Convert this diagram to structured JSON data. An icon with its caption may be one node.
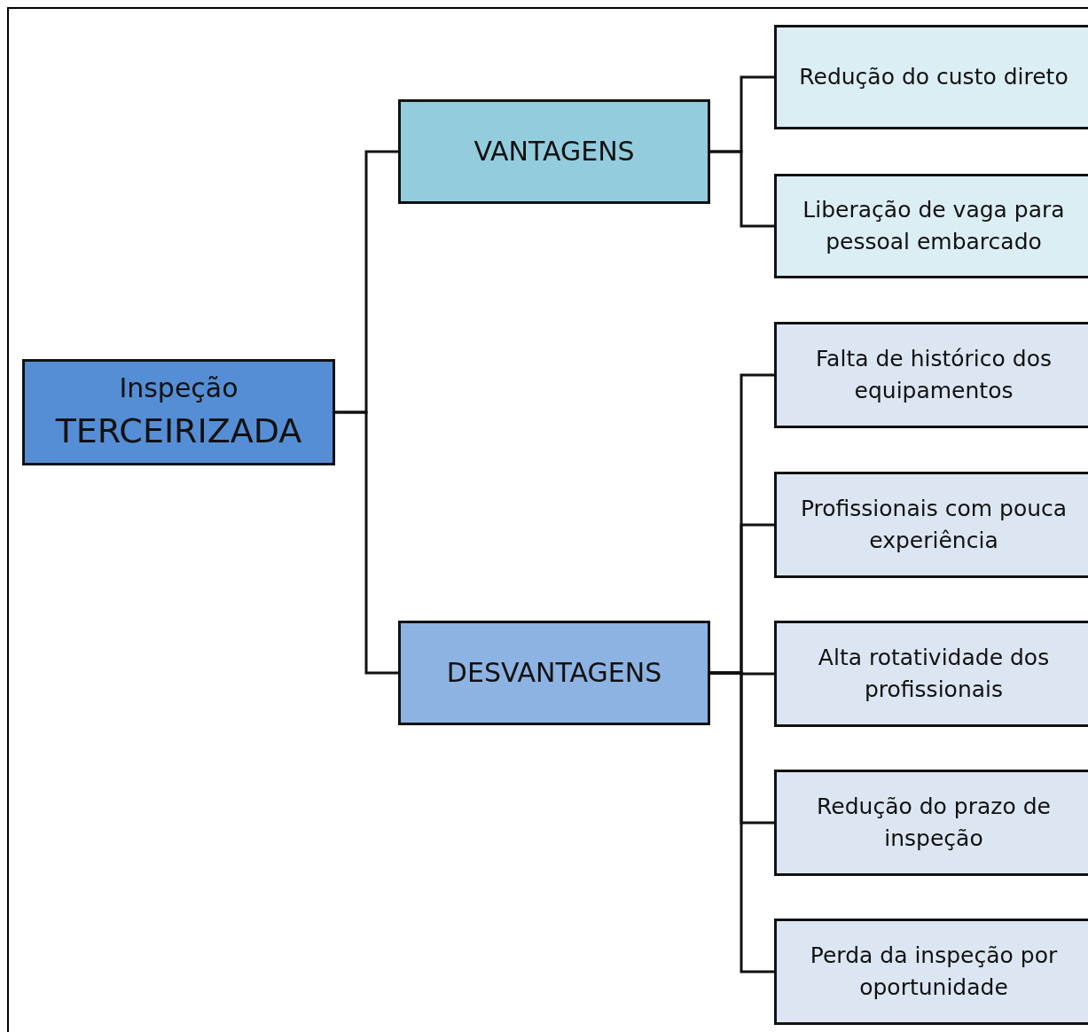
{
  "diagram": {
    "nodes": [
      {
        "text": [
          "Inspeção",
          "TERCEIRIZADA"
        ]
      },
      {
        "text": [
          "VANTAGENS"
        ]
      },
      {
        "text": [
          "Redução do custo direto"
        ]
      },
      {
        "text": [
          "Liberação de vaga para pessoal embarcado"
        ]
      },
      {
        "text": [
          "DESVANTAGENS"
        ]
      },
      {
        "text": [
          "Falta de histórico dos equipamentos"
        ]
      },
      {
        "text": [
          "Profissionais com pouca experiência"
        ]
      },
      {
        "text": [
          "Alta rotatividade dos profissionais"
        ]
      },
      {
        "text": [
          "Redução do prazo de inspeção"
        ]
      },
      {
        "text": [
          "Perda da inspeção por oportunidade"
        ]
      }
    ],
    "edges": [
      {
        "from": 0,
        "to": 1,
        "arrow": "none"
      },
      {
        "from": 0,
        "to": 4,
        "arrow": "none"
      },
      {
        "from": 1,
        "to": 2,
        "arrow": "none"
      },
      {
        "from": 1,
        "to": 3,
        "arrow": "none"
      },
      {
        "from": 4,
        "to": 5,
        "arrow": "none"
      },
      {
        "from": 4,
        "to": 6,
        "arrow": "none"
      },
      {
        "from": 4,
        "to": 7,
        "arrow": "none"
      },
      {
        "from": 4,
        "to": 8,
        "arrow": "none"
      },
      {
        "from": 4,
        "to": 9,
        "arrow": "none"
      }
    ]
  }
}
